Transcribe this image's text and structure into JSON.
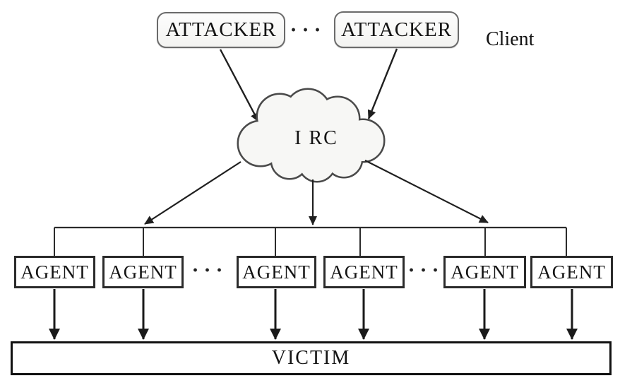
{
  "diagram": {
    "attackers": {
      "labels": [
        "ATTACKER",
        "ATTACKER"
      ],
      "ellipsis": "···"
    },
    "client_label": "Client",
    "irc_cloud": {
      "label": "I RC"
    },
    "agents": {
      "labels": [
        "AGENT",
        "AGENT",
        "AGENT",
        "AGENT",
        "AGENT",
        "AGENT"
      ],
      "ellipsis_left": "···",
      "ellipsis_right": "···"
    },
    "victim": {
      "label": "VICTIM"
    },
    "colors": {
      "background": "#ffffff",
      "line": "#1f1f1f",
      "attacker_border": "#6a6a6a",
      "agent_border": "#2b2b2b",
      "victim_border": "#111111",
      "cloud_stroke": "#4a4a4a",
      "cloud_fill": "#f7f7f5"
    }
  }
}
